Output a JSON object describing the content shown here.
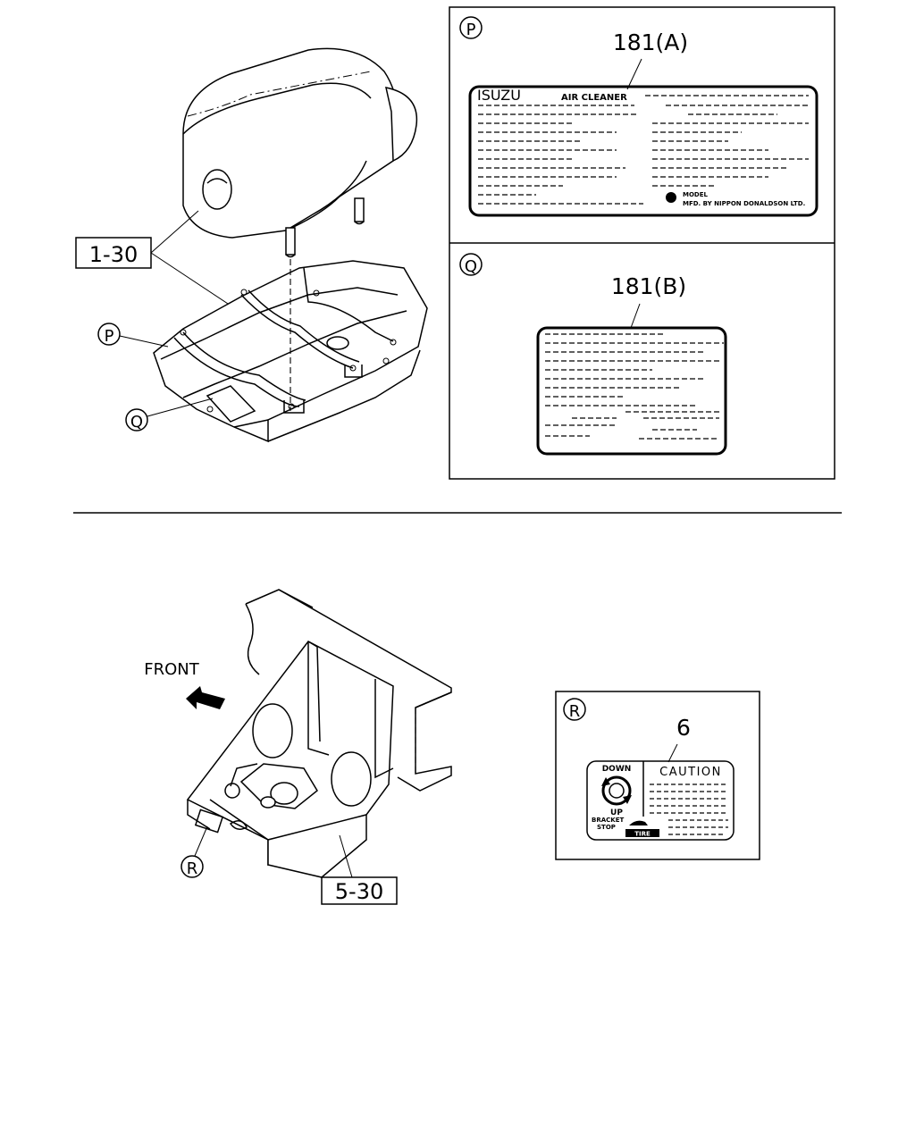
{
  "callouts": {
    "part_1_30": "1-30",
    "part_5_30": "5-30",
    "ref_p": "P",
    "ref_q": "Q",
    "ref_r": "R"
  },
  "panel_p": {
    "ref": "P",
    "part_label": "181(A)",
    "brand": "ISUZU",
    "heading": "AIR CLEANER",
    "footer_line1": "MODEL",
    "footer_line2": "MFD. BY NIPPON DONALDSON LTD."
  },
  "panel_q": {
    "ref": "Q",
    "part_label": "181(B)"
  },
  "panel_r": {
    "ref": "R",
    "part_label": "6",
    "caution": "CAUTION",
    "down": "DOWN",
    "up": "UP",
    "bracket": "BRACKET",
    "stop": "STOP",
    "tire": "TIRE"
  },
  "front_label": "FRONT"
}
